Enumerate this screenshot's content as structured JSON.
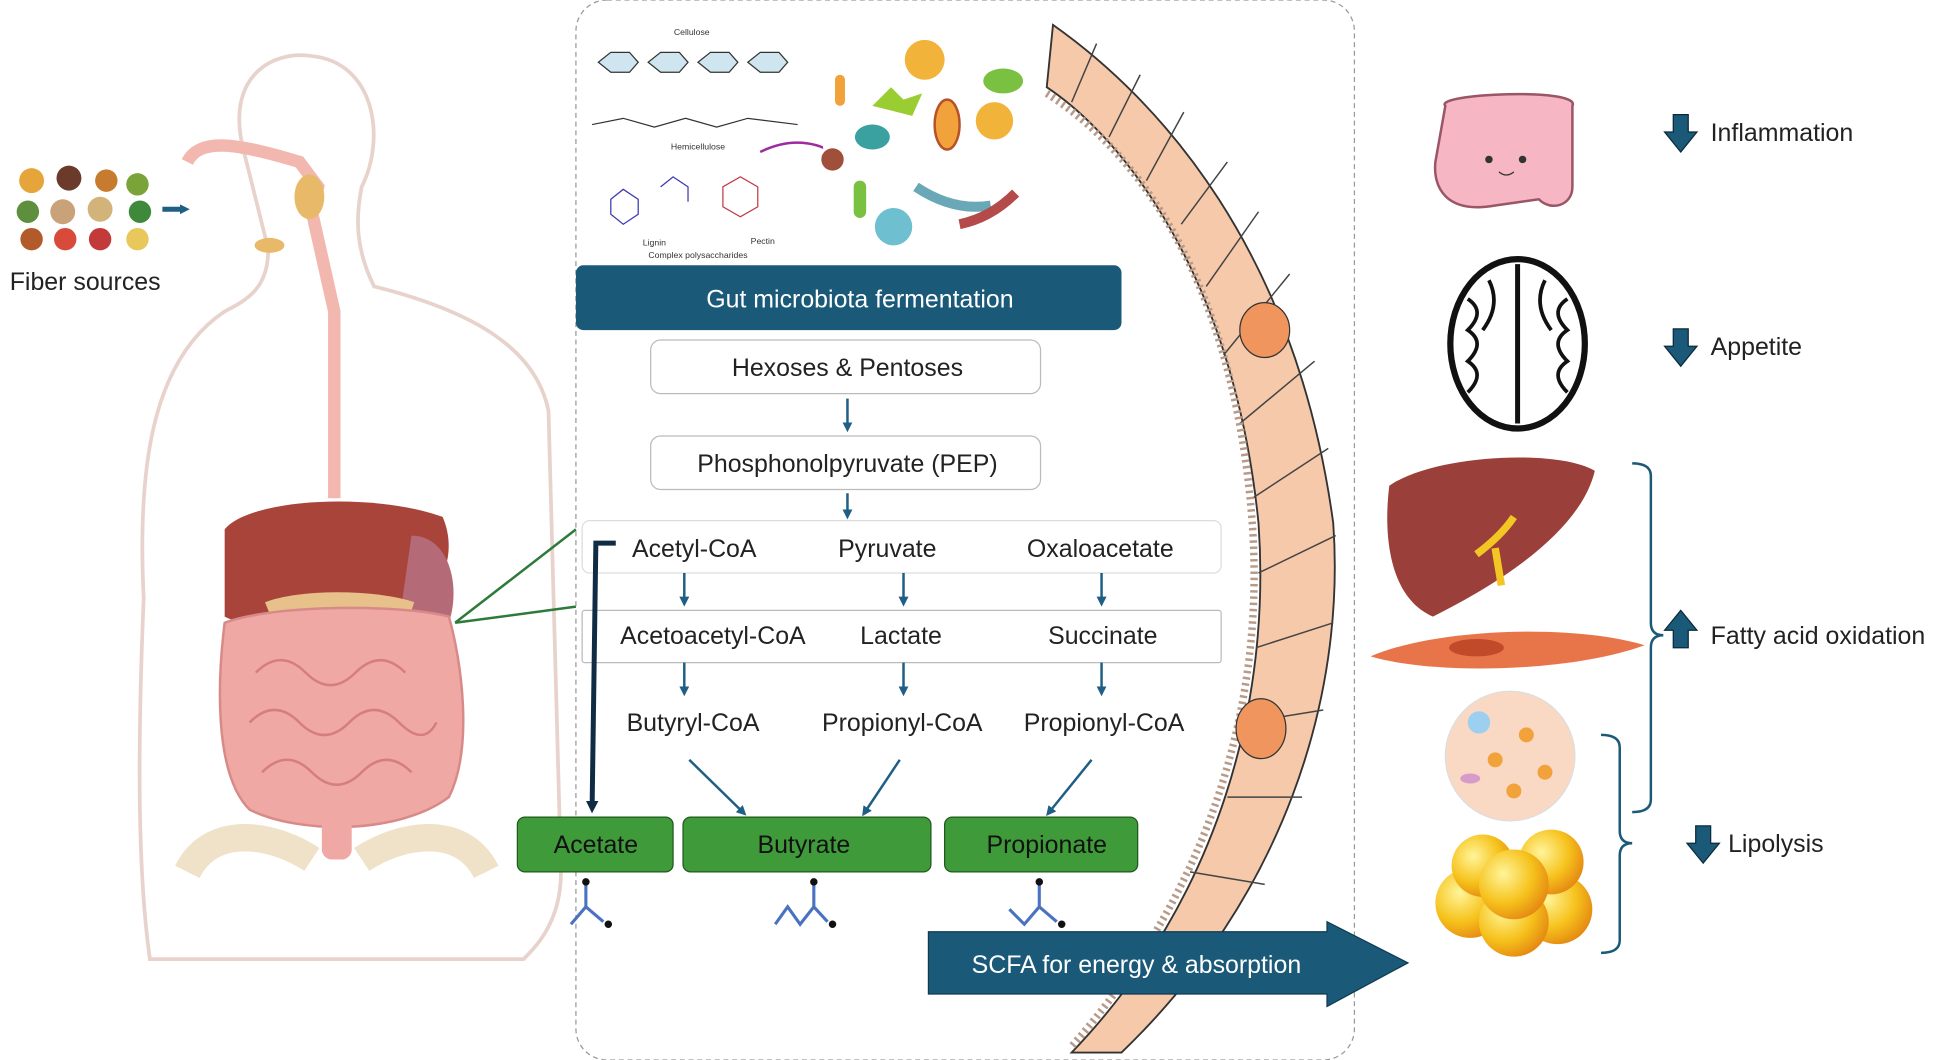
{
  "colors": {
    "navy": "#1a5a78",
    "green": "#3f9a3a",
    "arrow": "#1f5f85",
    "peach": "#f6c9ab",
    "body_outline": "#e8d2cc"
  },
  "left": {
    "fiber_label": "Fiber sources"
  },
  "molecules": {
    "cellulose": "Cellulose",
    "hemicellulose": "Hemicellulose",
    "lignin": "Lignin",
    "pectin": "Pectin",
    "caption": "Complex polysaccharides"
  },
  "pathway": {
    "header": "Gut microbiota fermentation",
    "step1": "Hexoses & Pentoses",
    "step2": "Phosphonolpyruvate (PEP)",
    "row1": [
      "Acetyl-CoA",
      "Pyruvate",
      "Oxaloacetate"
    ],
    "row2": [
      "Acetoacetyl-CoA",
      "Lactate",
      "Succinate"
    ],
    "row3": [
      "Butyryl-CoA",
      "Propionyl-CoA",
      "Propionyl-CoA"
    ],
    "products": [
      "Acetate",
      "Butyrate",
      "Propionate"
    ],
    "absorption": "SCFA for energy & absorption"
  },
  "effects": [
    {
      "label": "Inflammation",
      "direction": "down",
      "icon": "colon-icon"
    },
    {
      "label": "Appetite",
      "direction": "down",
      "icon": "brain-icon"
    },
    {
      "label": "Fatty acid oxidation",
      "direction": "up",
      "icon": "liver-muscle-icon"
    },
    {
      "label": "Lipolysis",
      "direction": "down",
      "icon": "adipocyte-icon"
    }
  ]
}
